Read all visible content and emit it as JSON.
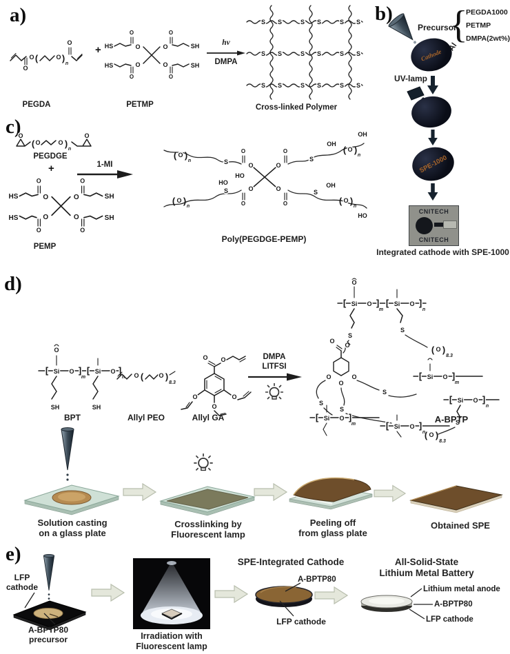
{
  "panels": {
    "a": {
      "tag": "a)",
      "reactant1": "PEGDA",
      "plus": "+",
      "reactant2": "PETMP",
      "arrow_top": "hv",
      "arrow_bottom": "DMPA",
      "product": "Cross-linked Polymer"
    },
    "b": {
      "tag": "b)",
      "precursor_label": "Precursor",
      "brace": "{",
      "precursor_components": [
        "PEGDA1000",
        "PETMP",
        "DMPA(2wt%)"
      ],
      "cathode_label": "Cathode",
      "al_label": "Al",
      "uv_lamp_label": "UV-lamp",
      "spe_disc_label": "SPE-1000",
      "photo_watermark_top": "CNITECH",
      "photo_watermark_bottom": "CNITECH",
      "caption": "Integrated cathode with SPE-1000"
    },
    "c": {
      "tag": "c)",
      "reactant1": "PEGDGE",
      "plus": "+",
      "arrow_top": "1-MI",
      "reactant2": "PEMP",
      "product": "Poly(PEGDGE-PEMP)"
    },
    "d": {
      "tag": "d)",
      "monomer1": "BPT",
      "monomer2": "Allyl PEO",
      "monomer3": "Allyl GA",
      "arrow_top": "DMPA",
      "arrow_bottom": "LITFSI",
      "product": "A-BPTP",
      "steps": [
        {
          "line1": "Solution casting",
          "line2": "on a glass plate"
        },
        {
          "line1": "Crosslinking by",
          "line2": "Fluorescent lamp"
        },
        {
          "line1": "Peeling off",
          "line2": "from glass plate"
        },
        {
          "line1": "Obtained SPE",
          "line2": ""
        }
      ]
    },
    "e": {
      "tag": "e)",
      "plate_label_line1": "LFP",
      "plate_label_line2": "cathode",
      "precursor_label_line1": "A-BPTP80",
      "precursor_label_line2": "precursor",
      "photo_caption_line1": "Irradiation with",
      "photo_caption_line2": "Fluorescent lamp",
      "integrated_title": "SPE-Integrated Cathode",
      "integrated_top_label": "A-BPTP80",
      "integrated_bottom_label": "LFP cathode",
      "battery_title_line1": "All-Solid-State",
      "battery_title_line2": "Lithium Metal Battery",
      "battery_labels": [
        "Lithium metal anode",
        "A-BPTP80",
        "LFP cathode"
      ]
    }
  },
  "atoms": {
    "S": "S",
    "O": "O",
    "OH": "OH",
    "HO": "HO",
    "HS": "HS",
    "SH": "SH",
    "Si": "Si",
    "n": "n",
    "m": "m",
    "x83": "8.3",
    "lb": "[",
    "rb": "]",
    "lp": "(",
    "rp": ")"
  },
  "colors": {
    "accent_orange": "#a8652a",
    "disc_dark": "#0c0f1a",
    "glass_plate": "#cfe0d6",
    "film_brown": "#6e4e2b",
    "arrow_grey": "#e4e7db",
    "photo_grey": "#90918b"
  }
}
